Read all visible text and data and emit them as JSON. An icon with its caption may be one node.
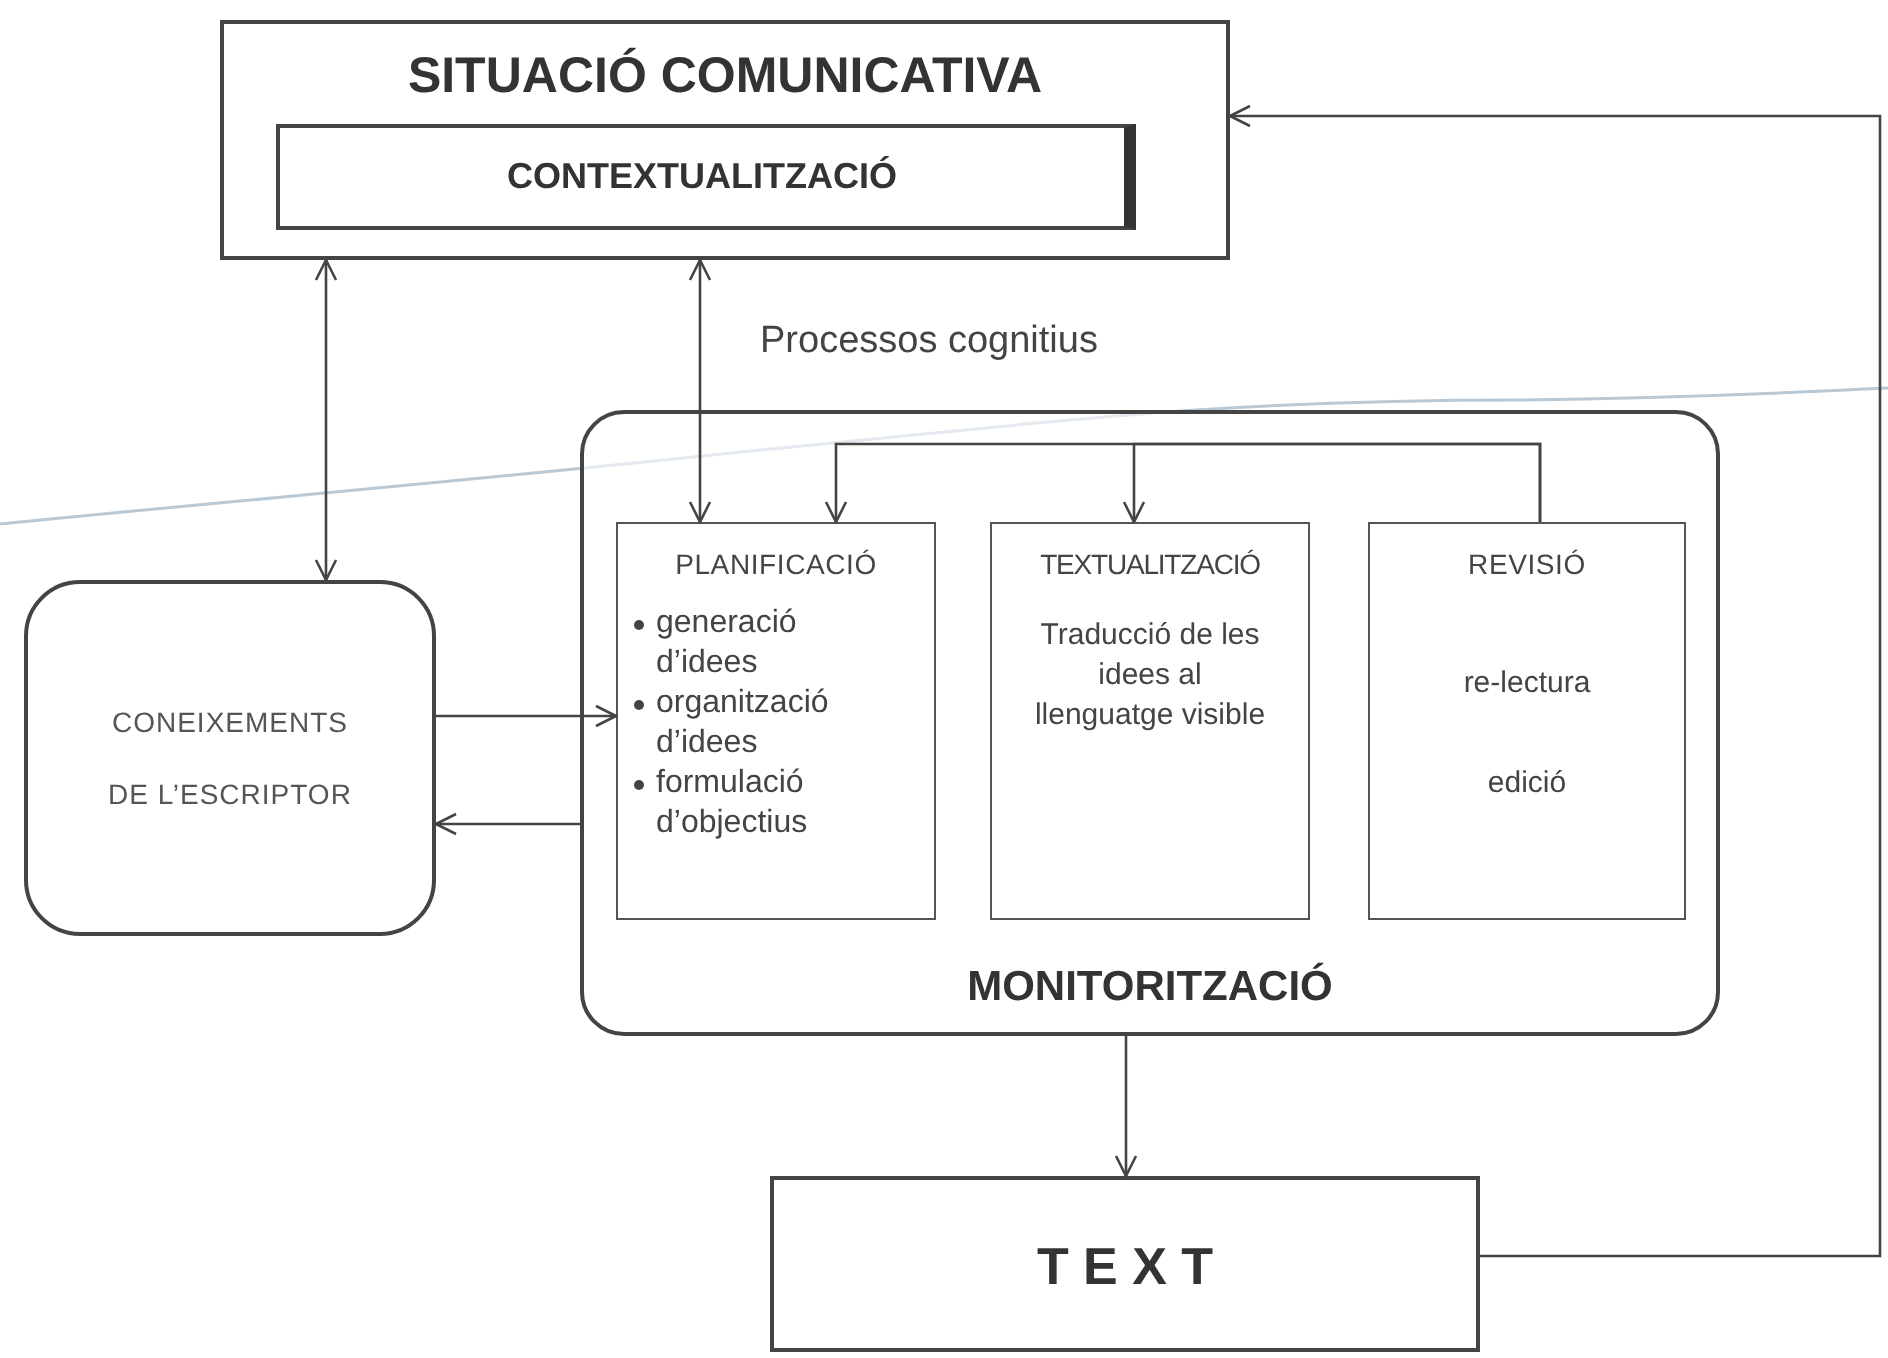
{
  "diagram": {
    "nodes": [
      {
        "text": [
          "SITUACIÓ COMUNICATIVA"
        ]
      },
      {
        "text": [
          "CONTEXTUALITZACIÓ"
        ],
        "in": 0
      },
      {
        "text": [
          "CONEIXEMENTS DE L’ESCRIPTOR"
        ]
      },
      {
        "text": [
          "MONITORITZACIÓ"
        ]
      },
      {
        "text": [
          "PLANIFICACIÓ",
          "generació d’idees",
          "organització d’idees",
          "formulació d’objectius"
        ],
        "in": 3
      },
      {
        "text": [
          "TEXTUALITZACIÓ",
          "Traducció de les idees al llenguatge visible"
        ],
        "in": 3
      },
      {
        "text": [
          "REVISIÓ",
          "re-lectura",
          "edició"
        ],
        "in": 3
      },
      {
        "text": [
          "T E X T"
        ]
      }
    ],
    "edges": [
      {
        "from": 0,
        "to": 2,
        "arrow": "both"
      },
      {
        "from": 0,
        "to": 4,
        "arrow": "both"
      },
      {
        "from": 2,
        "to": 4,
        "arrow": "to"
      },
      {
        "from": 3,
        "to": 2,
        "arrow": "to"
      },
      {
        "from": 6,
        "to": 4,
        "arrow": "to"
      },
      {
        "from": 6,
        "to": 5,
        "arrow": "to"
      },
      {
        "from": 3,
        "to": 7,
        "arrow": "to"
      },
      {
        "from": 7,
        "to": 0,
        "arrow": "to"
      }
    ],
    "labels": [
      "Processos cognitius"
    ]
  }
}
